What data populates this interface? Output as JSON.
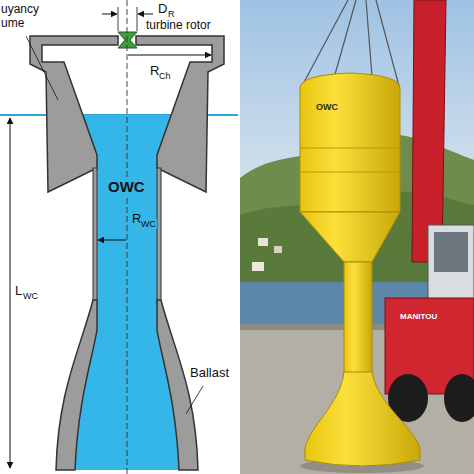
{
  "diagram": {
    "labels": [
      "uyancy ume",
      "D",
      "R",
      "turbine rotor",
      "R",
      "Ch",
      "OWC",
      "R",
      "WC",
      "L",
      "WC",
      "Ballast",
      "OWC",
      "MANITOU"
    ]
  }
}
